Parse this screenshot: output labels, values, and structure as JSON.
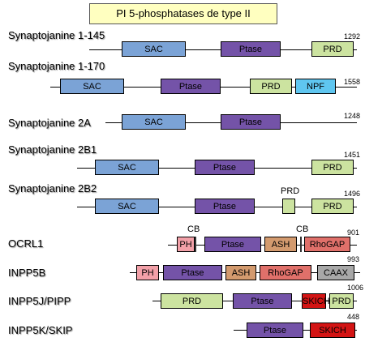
{
  "title": "PI 5-phosphatases de type II",
  "colors": {
    "SAC": "#7ba3d6",
    "Ptase": "#7453a8",
    "PRD": "#cce3a0",
    "NPF": "#5fc6f0",
    "PH": "#f2a0a8",
    "ASH": "#d39a6e",
    "RhoGAP": "#e0706a",
    "CAAX": "#a8a8a8",
    "SKICH": "#d31414"
  },
  "proteins": [
    {
      "name": "Synaptojanine 1-145",
      "length": "1292"
    },
    {
      "name": "Synaptojanine 1-170",
      "length": "1558"
    },
    {
      "name": "Synaptojanine 2A",
      "length": "1248"
    },
    {
      "name": "Synaptojanine 2B1",
      "length": "1451"
    },
    {
      "name": "Synaptojanine 2B2",
      "length": "1496"
    },
    {
      "name": "OCRL1",
      "length": "901"
    },
    {
      "name": "INPP5B",
      "length": "993"
    },
    {
      "name": "INPP5J/PIPP",
      "length": "1006"
    },
    {
      "name": "INPP5K/SKIP",
      "length": "448"
    }
  ],
  "domains": {
    "SAC": "SAC",
    "Ptase": "Ptase",
    "PRD": "PRD",
    "NPF": "NPF",
    "PH": "PH",
    "ASH": "ASH",
    "RhoGAP": "RhoGAP",
    "CAAX": "CAAX",
    "SKICH": "SKICH"
  },
  "annotations": {
    "cb": "CB",
    "prd": "PRD"
  }
}
